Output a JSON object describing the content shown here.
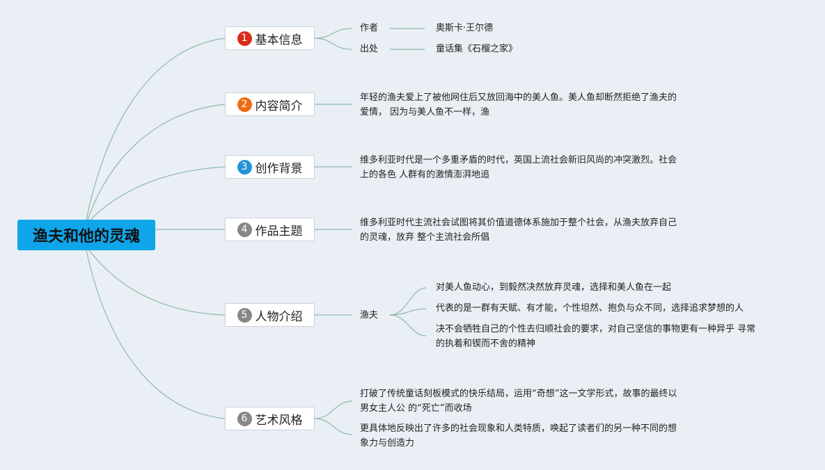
{
  "root": {
    "label": "渔夫和他的灵魂"
  },
  "colors": {
    "line": "#8fb8ad",
    "root_bg": "#0ea5e9",
    "num1": "#d92b1c",
    "num2": "#ee6c14",
    "num3": "#2294d8",
    "num_gray": "#878787"
  },
  "branches": [
    {
      "num": "1",
      "label": "基本信息",
      "children": [
        {
          "label": "作者",
          "value": "奥斯卡·王尔德"
        },
        {
          "label": "出处",
          "value": "童话集《石榴之家》"
        }
      ]
    },
    {
      "num": "2",
      "label": "内容简介",
      "lines": [
        "年轻的渔夫爱上了被他网住后又放回海中的美人鱼。美人鱼却断然拒绝了渔夫的",
        "爱情， 因为与美人鱼不一样，渔"
      ]
    },
    {
      "num": "3",
      "label": "创作背景",
      "lines": [
        "维多利亚时代是一个多重矛盾的时代，英国上流社会新旧风尚的冲突激烈。社会",
        "上的各色 人群有的激情澎湃地追"
      ]
    },
    {
      "num": "4",
      "label": "作品主题",
      "lines": [
        "维多利亚时代主流社会试图将其价值道德体系施加于整个社会，从渔夫放弃自己",
        "的灵魂，放弃 整个主流社会所倡"
      ]
    },
    {
      "num": "5",
      "label": "人物介绍",
      "sub": "渔夫",
      "items": [
        [
          "对美人鱼动心，到毅然决然放弃灵魂，选择和美人鱼在一起"
        ],
        [
          "代表的是一群有天赋、有才能，个性坦然、抱负与众不同，选择追求梦想的人"
        ],
        [
          "决不会牺牲自己的个性去归顺社会的要求，对自己坚信的事物更有一种异乎 寻常",
          "的执着和锲而不舍的精神"
        ]
      ]
    },
    {
      "num": "6",
      "label": "艺术风格",
      "items": [
        [
          "打破了传统童话刻板模式的快乐结局，运用“奇想”这一文学形式，故事的最终以",
          "男女主人公 的“死亡”而收场"
        ],
        [
          "更具体地反映出了许多的社会现象和人类特质，唤起了读者们的另一种不同的想",
          "象力与创造力"
        ]
      ]
    }
  ]
}
